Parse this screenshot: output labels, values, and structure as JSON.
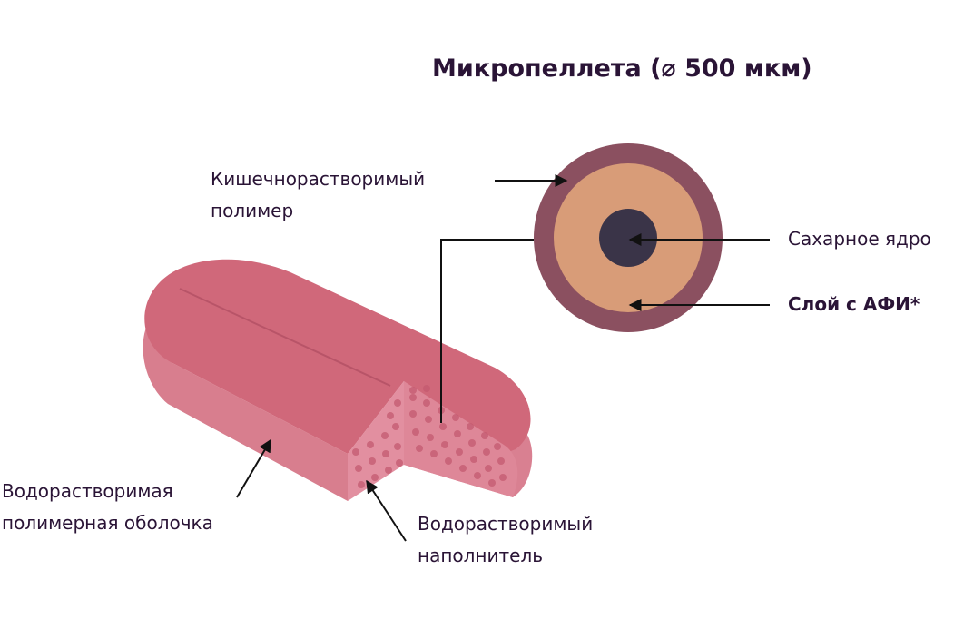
{
  "title": "Микропеллета (⌀ 500 мкм)",
  "labels": {
    "enteric_polymer": [
      "Кишечнорастворимый",
      "полимер"
    ],
    "sugar_core": "Сахарное ядро",
    "api_layer": "Слой с АФИ*",
    "water_soluble_shell": [
      "Водорастворимая",
      "полимерная оболочка"
    ],
    "water_soluble_filler": [
      "Водорастворимый",
      "наполнитель"
    ]
  },
  "colors": {
    "outer_ring": "#8b5060",
    "api_layer": "#d89c78",
    "core": "#3a3448",
    "tablet_top": "#d0687a",
    "tablet_side": "#d87e8e",
    "tablet_cut": "#e0909e",
    "dots": "#c45a70",
    "text": "#2a1436"
  }
}
